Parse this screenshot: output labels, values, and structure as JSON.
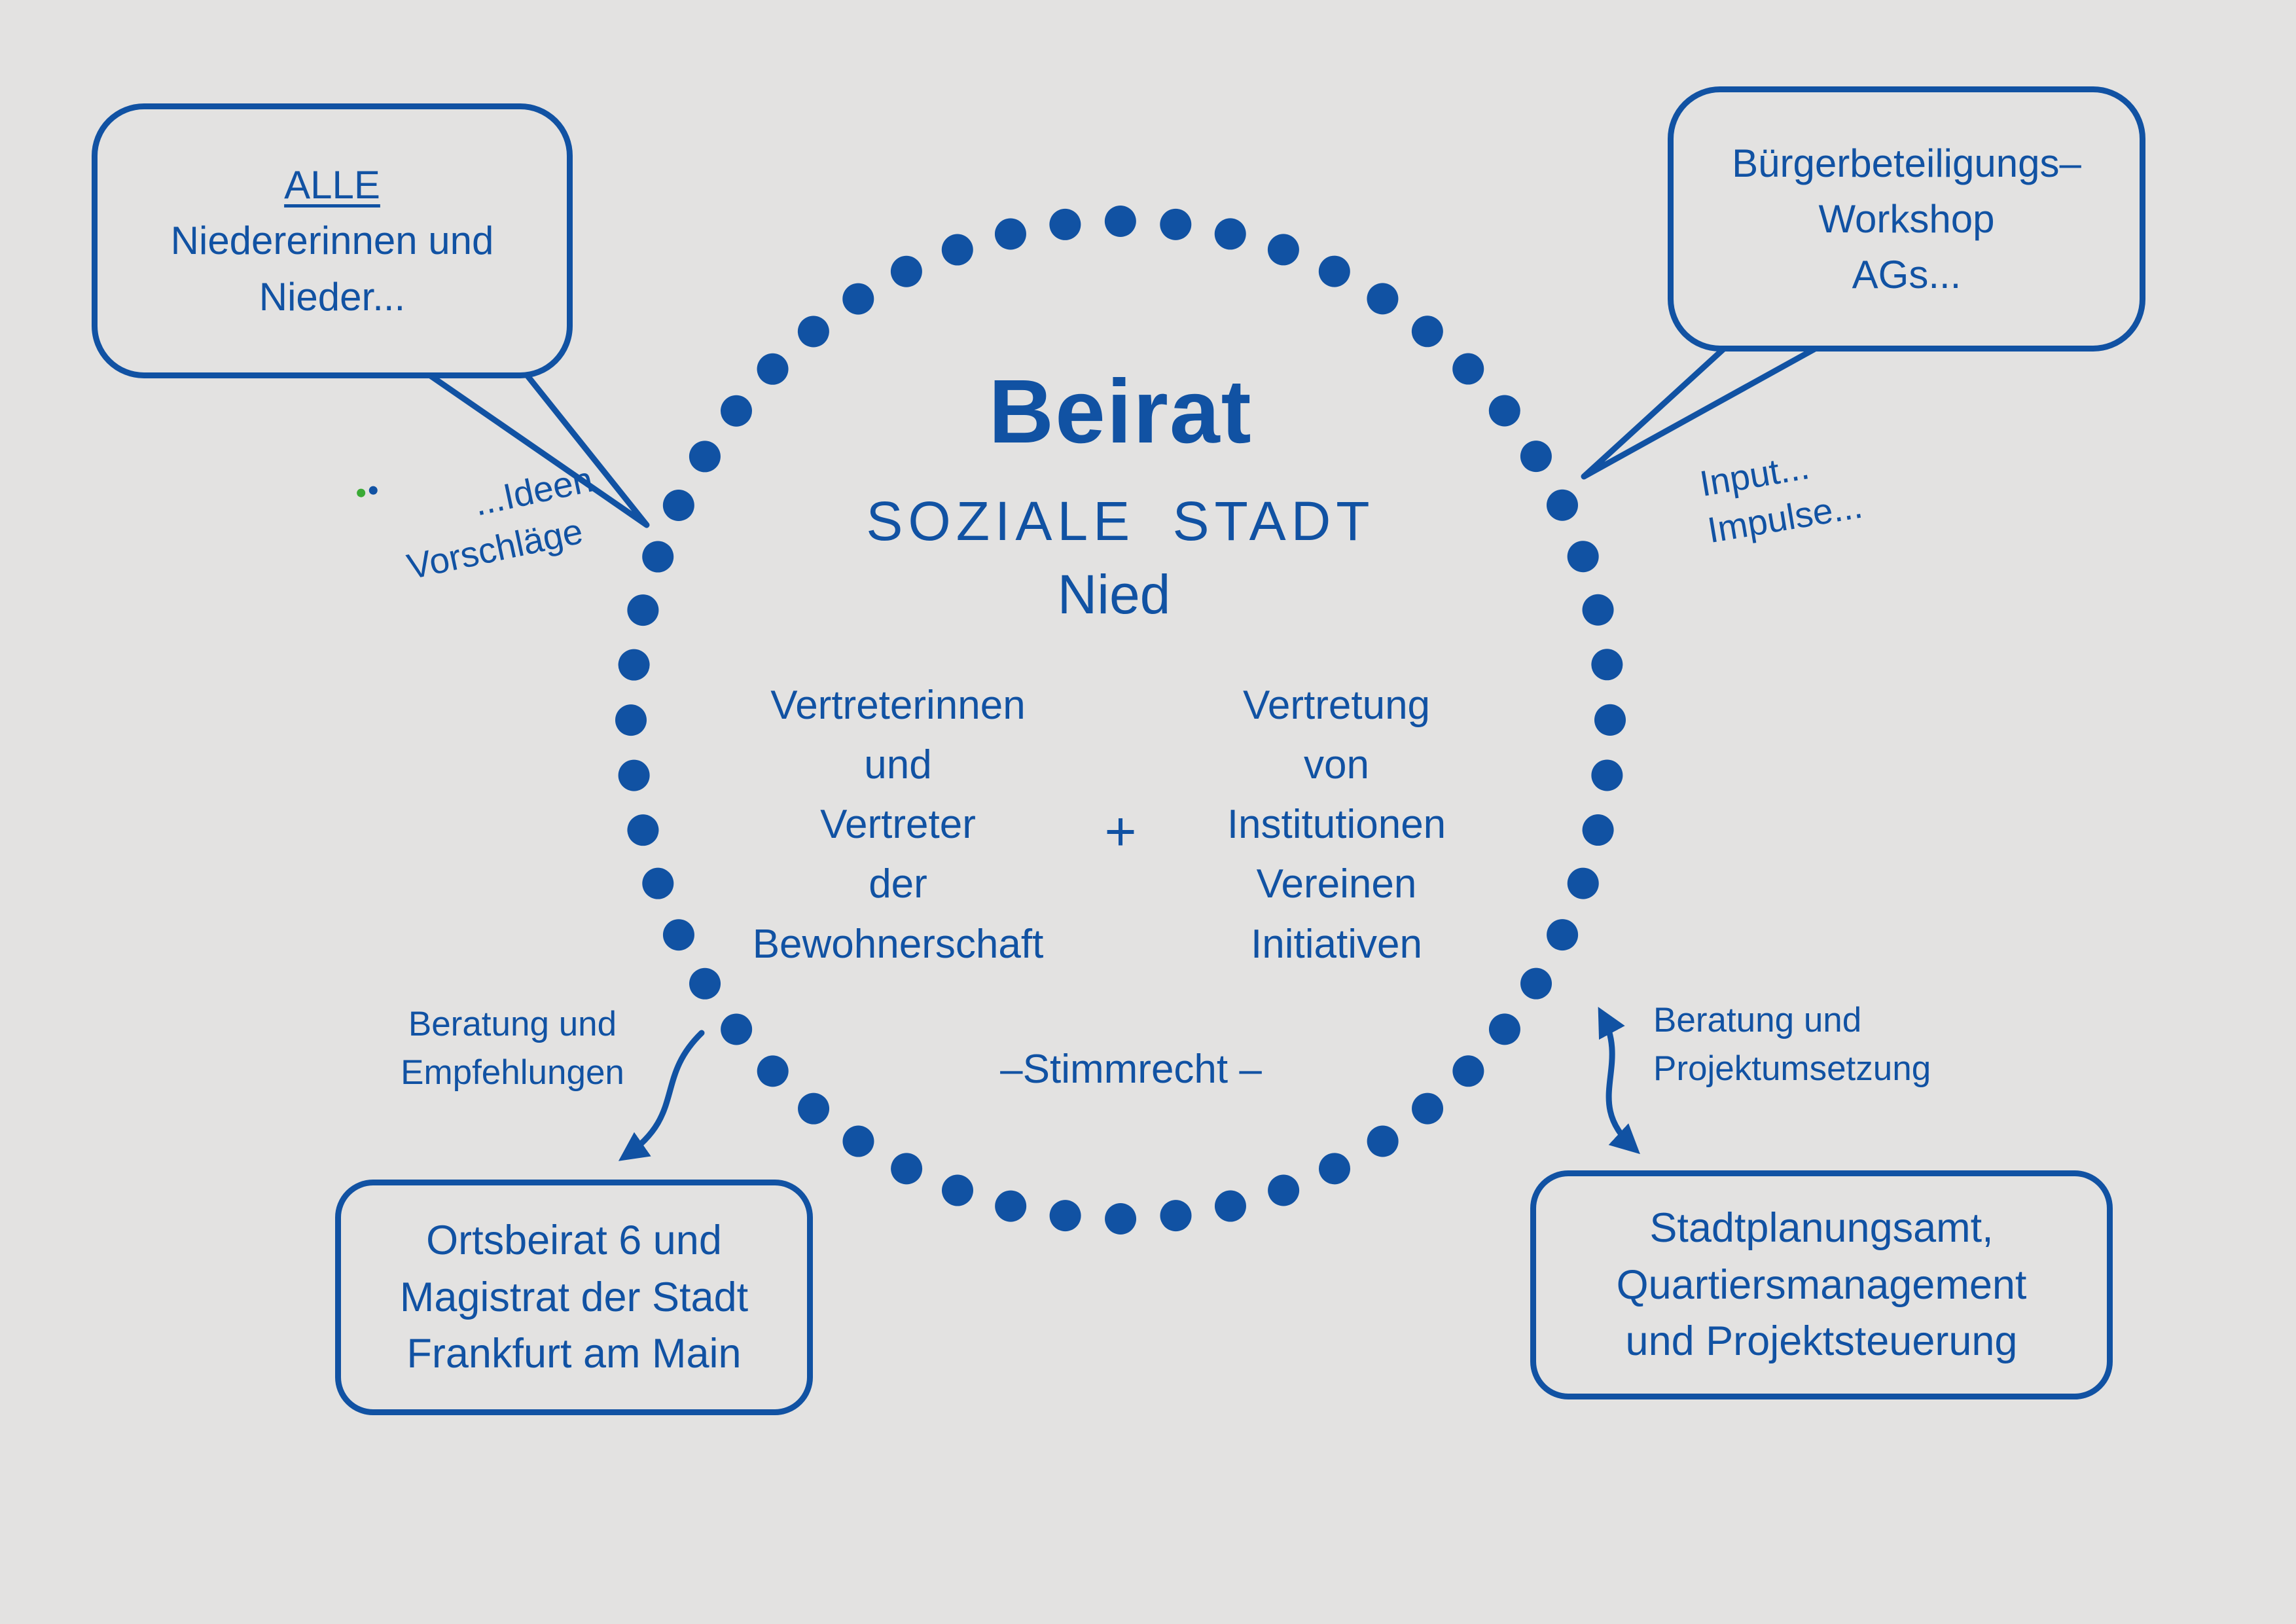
{
  "colors": {
    "blue": "#1152a3",
    "background": "#e3e2e1",
    "green": "#3aaa35"
  },
  "center": {
    "title": "Beirat",
    "subtitle": "SOZIALE STADT",
    "subtitle2": "Nied",
    "left_column": [
      "Vertreterinnen",
      "und",
      "Vertreter",
      "der",
      "Bewohnerschaft"
    ],
    "plus": "+",
    "right_column": [
      "Vertretung",
      "von",
      "Institutionen",
      "Vereinen",
      "Initiativen"
    ],
    "bottom_note": "–Stimmrecht  –"
  },
  "bubbles": {
    "top_left": {
      "lines": [
        "ALLE",
        "Niedererinnen und",
        "Nieder..."
      ]
    },
    "top_right": {
      "lines": [
        "Bürgerbeteiligungs–",
        "Workshop",
        "AGs..."
      ]
    },
    "bottom_left": {
      "lines": [
        "Ortsbeirat 6 und",
        "Magistrat der Stadt",
        "Frankfurt am Main"
      ]
    },
    "bottom_right": {
      "lines": [
        "Stadtplanungsamt,",
        "Quartiersmanagement",
        "und Projektsteuerung"
      ]
    }
  },
  "annotations": {
    "ideen": {
      "lines": [
        "...Ideen",
        "Vorschläge"
      ]
    },
    "input": {
      "lines": [
        "Input...",
        "Impulse..."
      ]
    },
    "beratung_left": {
      "lines": [
        "Beratung und",
        "Empfehlungen"
      ]
    },
    "beratung_right": {
      "lines": [
        "Beratung und",
        "Projektumsetzung"
      ]
    }
  }
}
